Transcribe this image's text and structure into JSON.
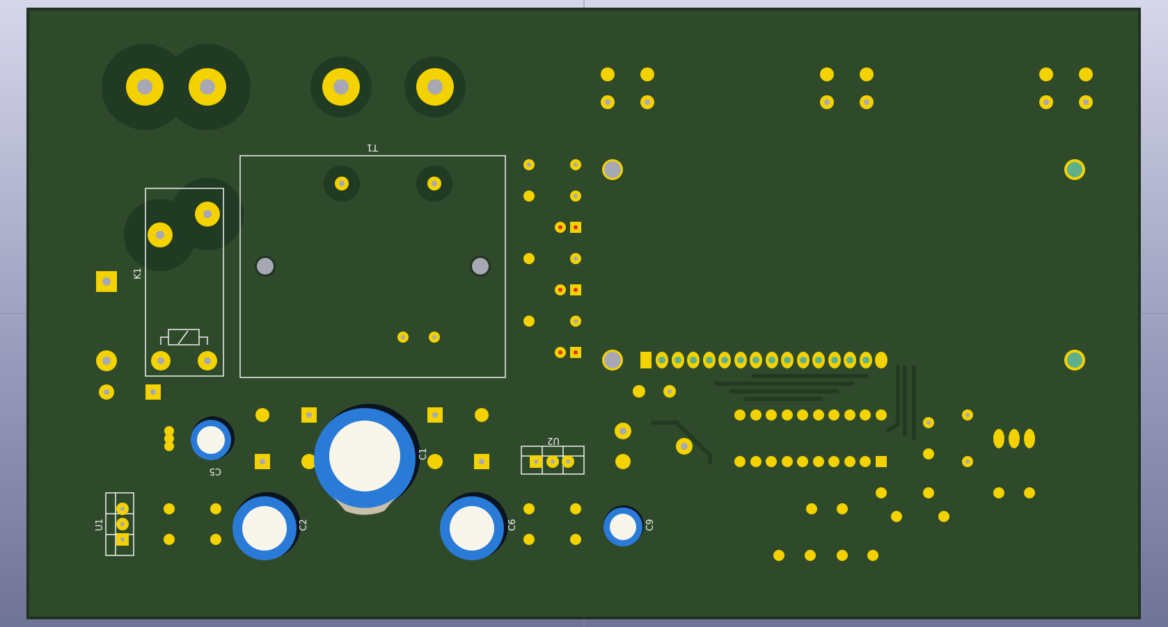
{
  "app": {
    "view": "3D viewer",
    "board": "bottom side"
  },
  "colors": {
    "background_top": "#d6d7ea",
    "background_bottom": "#6f7396",
    "board": "#2f4a2a",
    "board_edge": "#1f3320",
    "copper_pad": "#f3d200",
    "drill": "#a8a8b4",
    "silkscreen": "#f2f2f2",
    "capacitor_sleeve": "#2a7bd8",
    "capacitor_top": "#f8f6ea"
  },
  "designators": {
    "t1": "T1",
    "k1": "K1",
    "c1": "C1",
    "c2": "C2",
    "c5": "C5",
    "c6": "C6",
    "c9": "C9",
    "u1": "U1",
    "u2": "U2"
  }
}
